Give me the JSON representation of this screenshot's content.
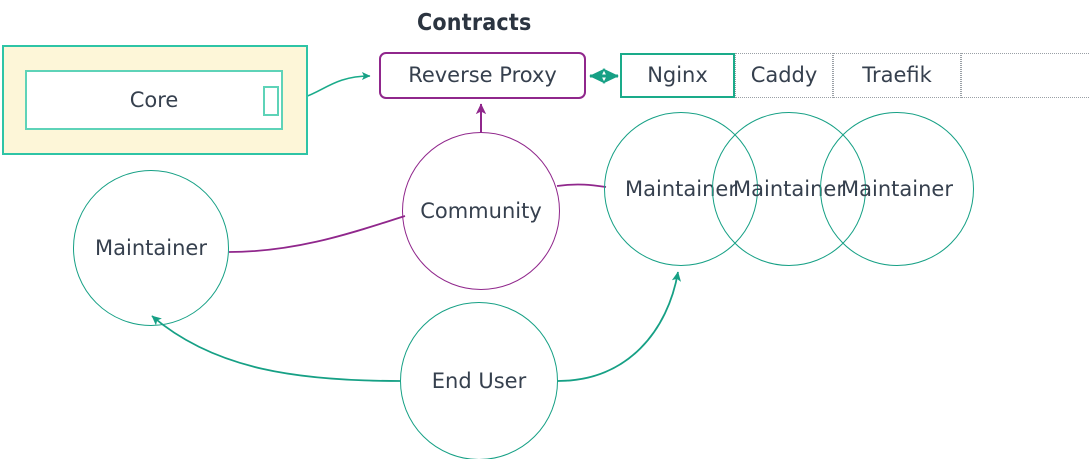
{
  "diagram": {
    "title": "Contracts",
    "colors": {
      "teal": "#16a085",
      "teal_bright": "#2ec4a6",
      "purple": "#90278c",
      "text": "#36404e",
      "cluster_fill": "#fdf6d8",
      "dashed_border": "#9aa0a6"
    }
  },
  "core_cluster": {
    "name": "core-cluster",
    "node_label": "Core"
  },
  "contracts": {
    "heading": "Contracts",
    "reverse_proxy_label": "Reverse Proxy"
  },
  "implementations": [
    {
      "label": "Nginx",
      "style": "solid"
    },
    {
      "label": "Caddy",
      "style": "dashed"
    },
    {
      "label": "Traefik",
      "style": "dashed"
    },
    {
      "label": "",
      "style": "dashed"
    }
  ],
  "actors": {
    "maintainer_left": "Maintainer",
    "community": "Community",
    "end_user": "End User",
    "maintainer_stack": [
      "Maintainer",
      "Maintainer",
      "Maintainer"
    ]
  },
  "edges": [
    {
      "from": "Core",
      "to": "Reverse Proxy",
      "color": "#1aab8a",
      "arrow": "end"
    },
    {
      "from": "Reverse Proxy",
      "to": "Nginx",
      "color": "#1aab8a",
      "arrow": "both"
    },
    {
      "from": "Community",
      "to": "Reverse Proxy",
      "color": "#90278c",
      "arrow": "end"
    },
    {
      "from": "Maintainer (left)",
      "to": "Community",
      "color": "#90278c",
      "arrow": "none"
    },
    {
      "from": "Community",
      "to": "Maintainer (right)",
      "color": "#90278c",
      "arrow": "none"
    },
    {
      "from": "End User",
      "to": "Maintainer (left)",
      "color": "#16a085",
      "arrow": "end"
    },
    {
      "from": "End User",
      "to": "Maintainer (right)",
      "color": "#16a085",
      "arrow": "end"
    }
  ]
}
